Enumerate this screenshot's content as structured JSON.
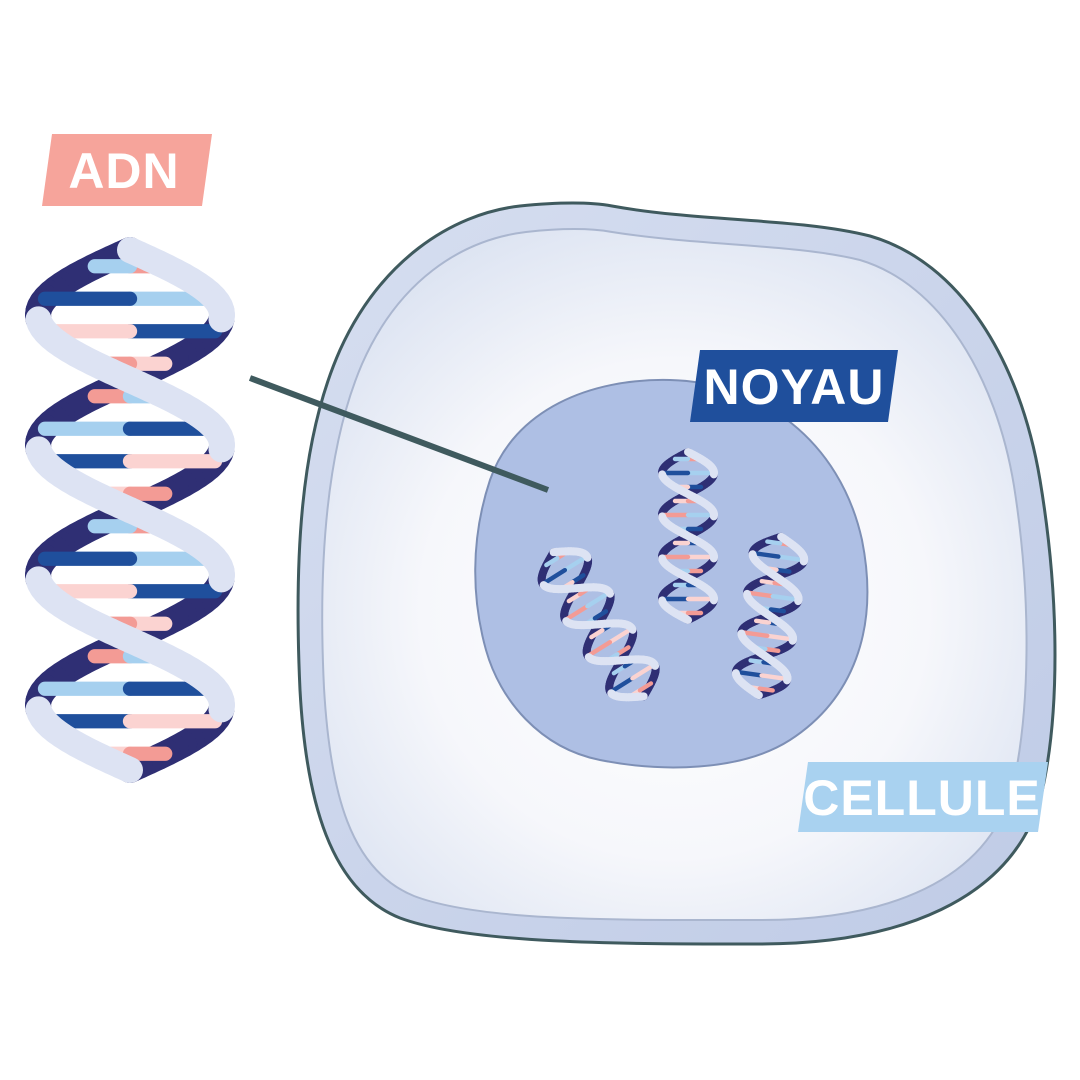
{
  "labels": {
    "adn": "ADN",
    "noyau": "NOYAU",
    "cellule": "CELLULE"
  },
  "colors": {
    "adn_tag": "#f6a49b",
    "noyau_tag": "#1f4f9c",
    "cellule_tag": "#a9d2f0",
    "membrane_outer": "#cdd7ea",
    "membrane_stroke": "#3f5a5e",
    "cytoplasm": "#eef1f8",
    "nucleus": "#aebfe4",
    "nucleus_stroke": "#7d8fb5",
    "leader_line": "#3f5a5e",
    "helix_backbone_light": "#dde3f3",
    "helix_backbone_dark": "#2f2f74",
    "base_pink": "#f39b95",
    "base_light_pink": "#fbd3d1",
    "base_light_blue": "#a6d0ef",
    "base_dark_blue": "#1f4f9c"
  },
  "icons": [
    "dna-double-helix-icon",
    "cell-icon",
    "nucleus-icon"
  ]
}
